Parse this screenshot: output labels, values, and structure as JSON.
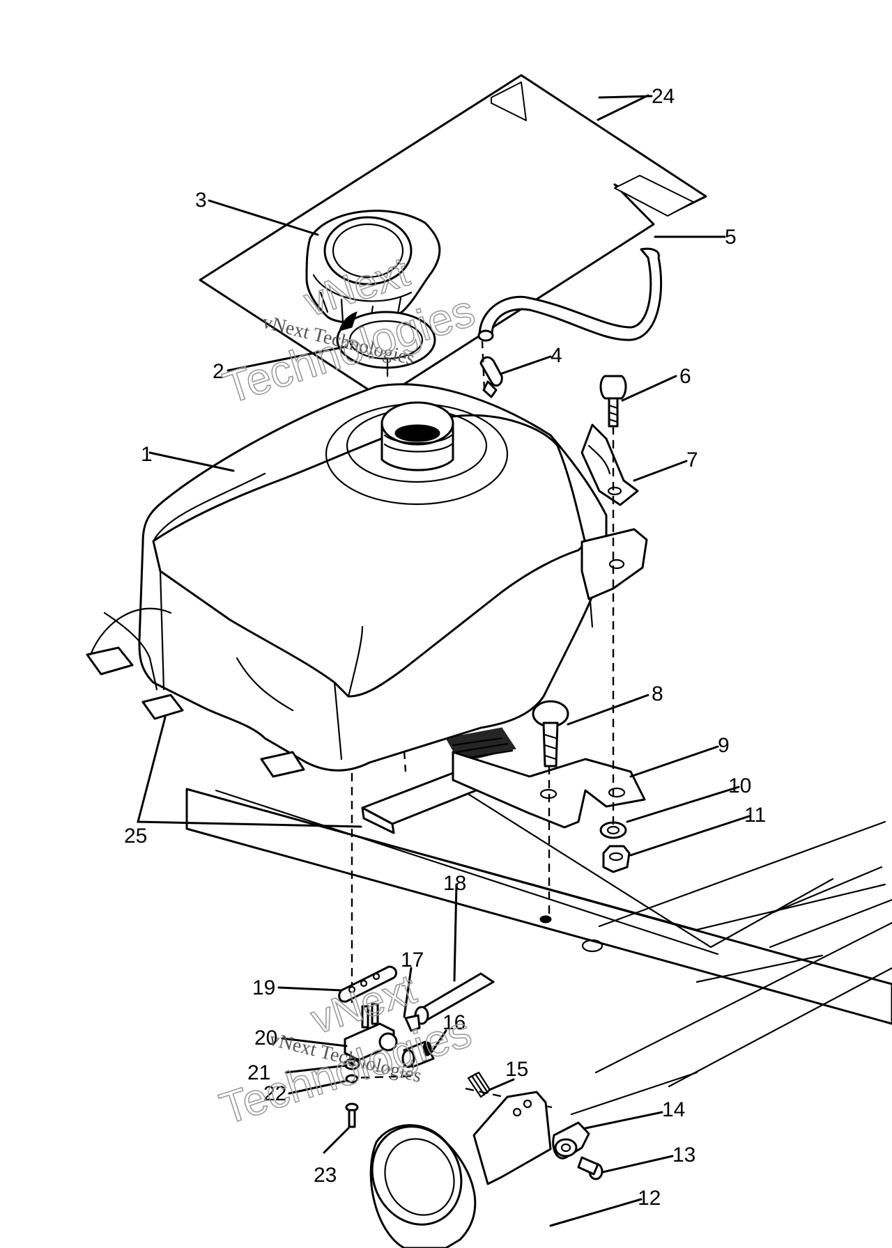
{
  "callouts": [
    {
      "id": "1",
      "label": "1"
    },
    {
      "id": "2",
      "label": "2"
    },
    {
      "id": "3",
      "label": "3"
    },
    {
      "id": "4",
      "label": "4"
    },
    {
      "id": "5",
      "label": "5"
    },
    {
      "id": "6",
      "label": "6"
    },
    {
      "id": "7",
      "label": "7"
    },
    {
      "id": "8",
      "label": "8"
    },
    {
      "id": "9",
      "label": "9"
    },
    {
      "id": "10",
      "label": "10"
    },
    {
      "id": "11",
      "label": "11"
    },
    {
      "id": "12",
      "label": "12"
    },
    {
      "id": "13",
      "label": "13"
    },
    {
      "id": "14",
      "label": "14"
    },
    {
      "id": "15",
      "label": "15"
    },
    {
      "id": "16",
      "label": "16"
    },
    {
      "id": "17",
      "label": "17"
    },
    {
      "id": "18",
      "label": "18"
    },
    {
      "id": "19",
      "label": "19"
    },
    {
      "id": "20",
      "label": "20"
    },
    {
      "id": "21",
      "label": "21"
    },
    {
      "id": "22",
      "label": "22"
    },
    {
      "id": "23",
      "label": "23"
    },
    {
      "id": "24",
      "label": "24"
    },
    {
      "id": "25",
      "label": "25"
    }
  ],
  "watermark": {
    "line_small": "vNext Technologies",
    "line_vnext": "vNext",
    "line_tech": "Technologies"
  },
  "colors": {
    "ink": "#000000",
    "paper": "#ffffff",
    "watermark": "#9a9a9a"
  }
}
